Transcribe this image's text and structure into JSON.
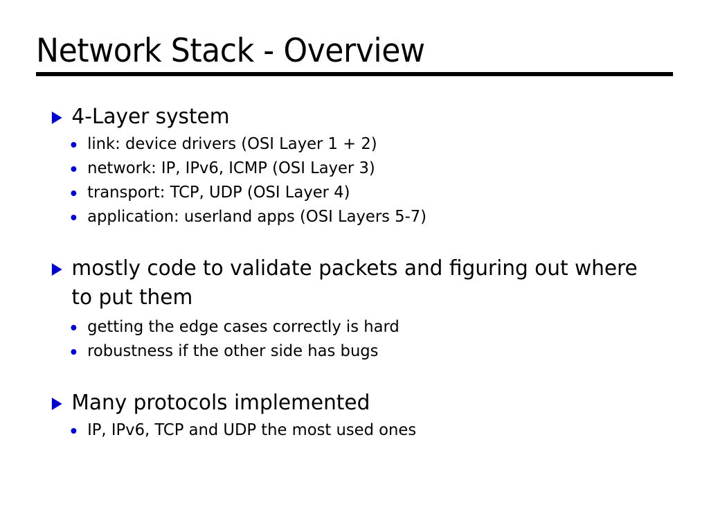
{
  "slide": {
    "title": "Network Stack - Overview",
    "accent_color": "#0000cc",
    "text_color": "#000000",
    "background_color": "#ffffff",
    "rule_color": "#000000",
    "bullet_marker_level1": "triangle-right",
    "bullet_marker_level2": "dot"
  },
  "content": {
    "groups": [
      {
        "heading": "4-Layer system",
        "items": [
          "link: device drivers (OSI Layer 1 + 2)",
          "network: IP, IPv6, ICMP (OSI Layer 3)",
          "transport: TCP, UDP (OSI Layer 4)",
          "application: userland apps (OSI Layers 5-7)"
        ]
      },
      {
        "heading": "mostly code to validate packets and figuring out where to put them",
        "items": [
          "getting the edge cases correctly is hard",
          "robustness if the other side has bugs"
        ]
      },
      {
        "heading": "Many protocols implemented",
        "items": [
          "IP, IPv6, TCP and UDP the most used ones"
        ]
      }
    ]
  }
}
